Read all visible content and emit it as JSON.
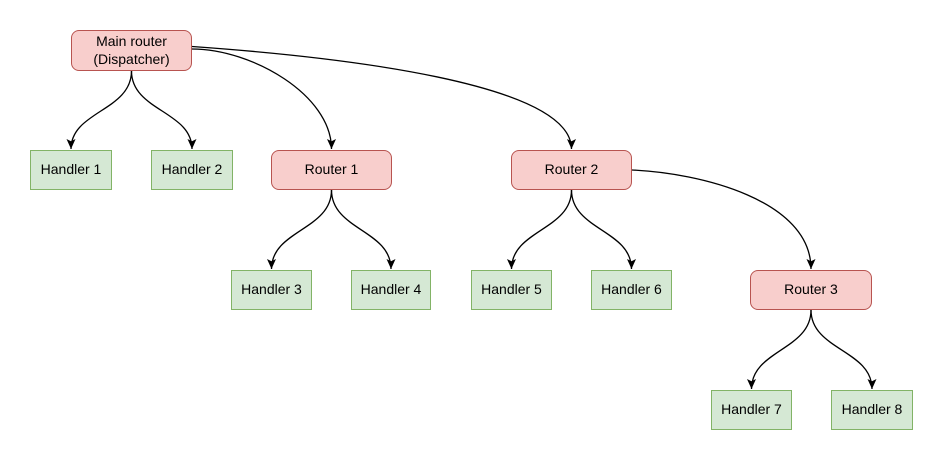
{
  "diagram": {
    "type": "tree",
    "colors": {
      "background": "#ffffff",
      "router_fill": "#f8cecc",
      "router_border": "#b85450",
      "handler_fill": "#d5e8d4",
      "handler_border": "#82b366",
      "edge_stroke": "#000000",
      "text": "#000000"
    },
    "nodes": [
      {
        "id": "main-router",
        "type": "router",
        "label": "Main router (Dispatcher)",
        "lines": [
          "Main router",
          "(Dispatcher)"
        ]
      },
      {
        "id": "handler-1",
        "type": "handler",
        "label": "Handler 1"
      },
      {
        "id": "handler-2",
        "type": "handler",
        "label": "Handler 2"
      },
      {
        "id": "router-1",
        "type": "router",
        "label": "Router 1"
      },
      {
        "id": "handler-3",
        "type": "handler",
        "label": "Handler 3"
      },
      {
        "id": "handler-4",
        "type": "handler",
        "label": "Handler 4"
      },
      {
        "id": "router-2",
        "type": "router",
        "label": "Router 2"
      },
      {
        "id": "handler-5",
        "type": "handler",
        "label": "Handler 5"
      },
      {
        "id": "handler-6",
        "type": "handler",
        "label": "Handler 6"
      },
      {
        "id": "router-3",
        "type": "router",
        "label": "Router 3"
      },
      {
        "id": "handler-7",
        "type": "handler",
        "label": "Handler 7"
      },
      {
        "id": "handler-8",
        "type": "handler",
        "label": "Handler 8"
      }
    ],
    "edges": [
      {
        "from": "main-router",
        "to": "handler-1"
      },
      {
        "from": "main-router",
        "to": "handler-2"
      },
      {
        "from": "main-router",
        "to": "router-1"
      },
      {
        "from": "main-router",
        "to": "router-2"
      },
      {
        "from": "router-1",
        "to": "handler-3"
      },
      {
        "from": "router-1",
        "to": "handler-4"
      },
      {
        "from": "router-2",
        "to": "handler-5"
      },
      {
        "from": "router-2",
        "to": "handler-6"
      },
      {
        "from": "router-2",
        "to": "router-3"
      },
      {
        "from": "router-3",
        "to": "handler-7"
      },
      {
        "from": "router-3",
        "to": "handler-8"
      }
    ]
  }
}
